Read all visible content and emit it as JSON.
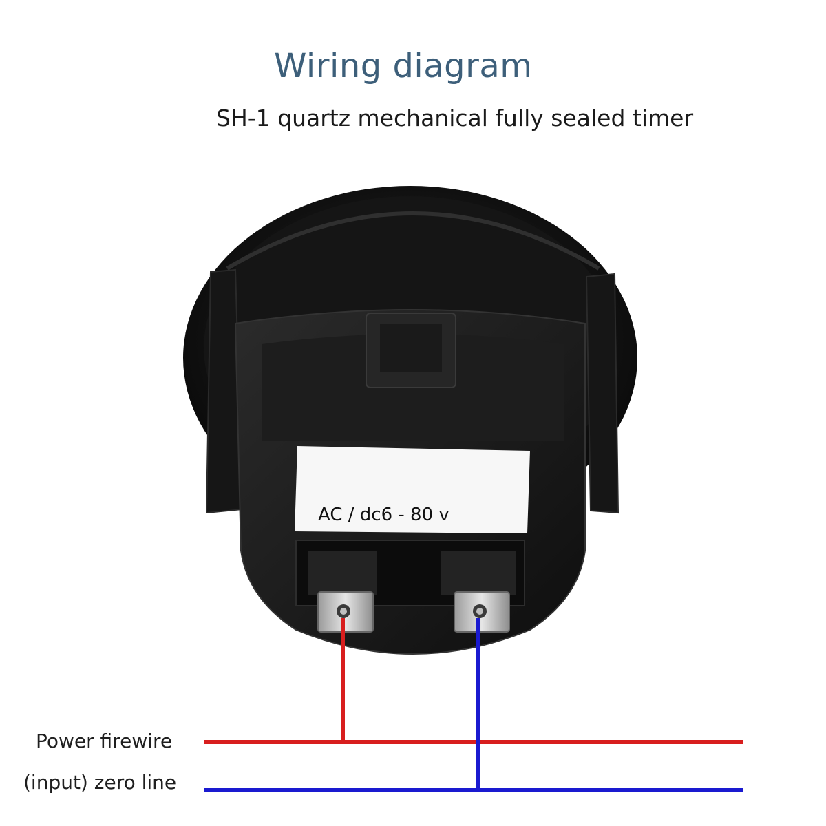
{
  "header": {
    "title": "Wiring diagram",
    "subtitle": "SH-1 quartz mechanical fully sealed timer"
  },
  "device": {
    "label_text": "AC / dc6 - 80 v"
  },
  "wires": [
    {
      "label": "Power firewire",
      "color": "#d81e1e"
    },
    {
      "label": "(input) zero line",
      "color": "#1a1ad0"
    }
  ]
}
